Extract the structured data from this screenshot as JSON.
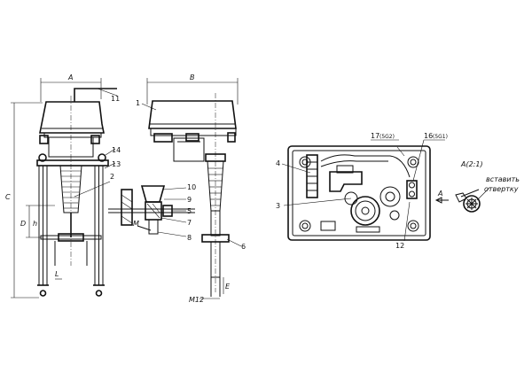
{
  "labels": {
    "dim_a": "A",
    "dim_b": "B",
    "dim_c": "C",
    "dim_d": "D",
    "dim_h": "h",
    "dim_m": "M",
    "dim_l": "L",
    "dim_e": "E",
    "thread": "M12",
    "p1": "1",
    "p2": "2",
    "p3": "3",
    "p4": "4",
    "p5": "5",
    "p6": "6",
    "p7": "7",
    "p8": "8",
    "p9": "9",
    "p10": "10",
    "p11": "11",
    "p12": "12",
    "p13": "13",
    "p14": "14",
    "p16": "16",
    "p16_note": "(5G1)",
    "p17": "17",
    "p17_note": "(5G2)",
    "view_arrow": "A",
    "detail_title": "A(2:1)",
    "detail_note_1": "вставить",
    "detail_note_2": "отвертку"
  }
}
